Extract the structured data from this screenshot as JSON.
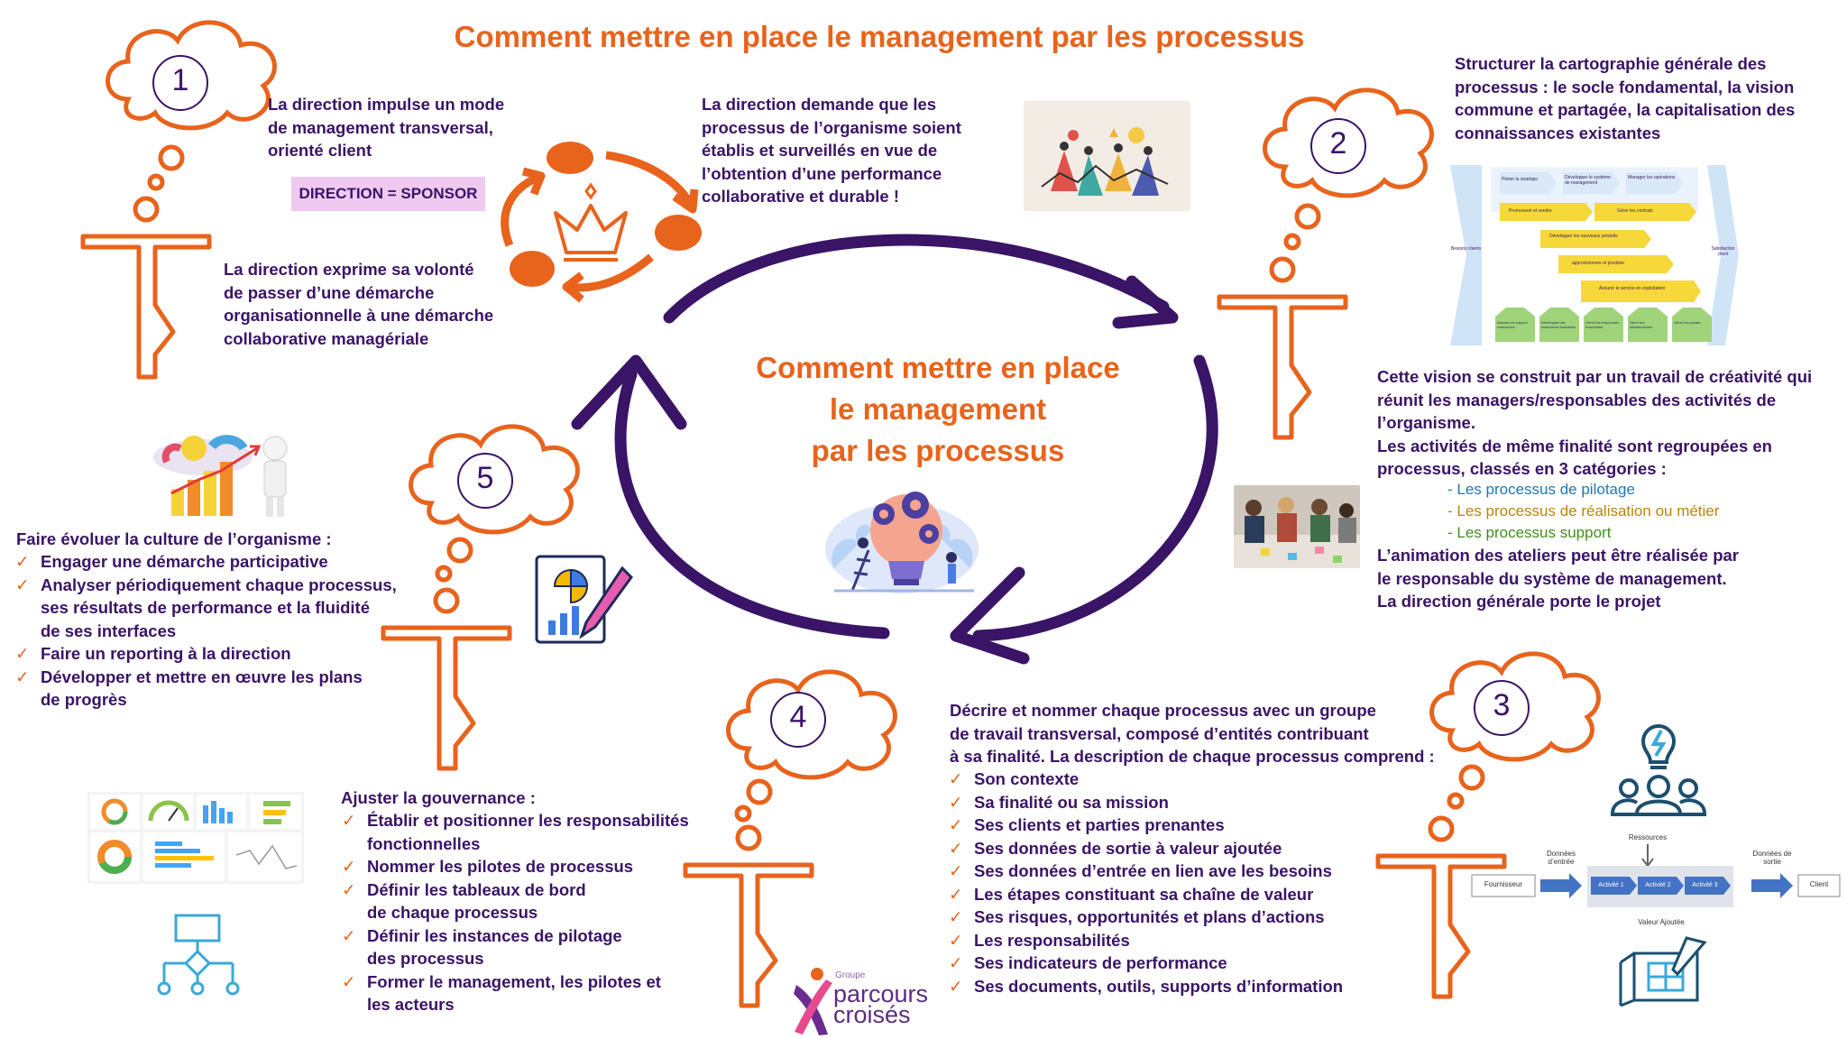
{
  "title": "Comment mettre en place le management par les processus",
  "center_title": [
    "Comment mettre en place",
    "le management",
    "par les processus"
  ],
  "steps": [
    {
      "number": "1"
    },
    {
      "number": "2"
    },
    {
      "number": "3"
    },
    {
      "number": "4"
    },
    {
      "number": "5"
    }
  ],
  "step1": {
    "text_a": [
      "La direction impulse un mode",
      "de management transversal,",
      "orienté client"
    ],
    "sponsor": "DIRECTION = SPONSOR",
    "text_b": [
      "La direction exprime sa volonté",
      "de passer d’une démarche",
      "organisationnelle à une démarche",
      "collaborative managériale"
    ],
    "text_c": [
      "La direction demande que les",
      "processus de l’organisme soient",
      "établis et surveillés en vue de",
      "l’obtention d’une performance",
      "collaborative et durable !"
    ]
  },
  "step2": {
    "text_a": [
      "Structurer la cartographie générale des",
      "processus : le socle fondamental, la vision",
      "commune et partagée, la capitalisation des",
      "connaissances existantes"
    ],
    "text_b": [
      "Cette vision se construit par un travail de créativité qui",
      "réunit les managers/responsables des activités de",
      "l’organisme.",
      "Les activités de même finalité sont regroupées en",
      "processus, classés en 3 catégories :"
    ],
    "categories": [
      "- Les processus de pilotage",
      "- Les processus de réalisation ou métier",
      "- Les processus support"
    ],
    "text_c": [
      "L’animation des ateliers peut être réalisée par",
      "le responsable du système de management.",
      "La direction générale porte le projet"
    ]
  },
  "step3": {
    "intro": [
      "Décrire et nommer chaque processus avec un groupe",
      "de travail transversal, composé d’entités contribuant",
      "à sa finalité. La description de chaque processus comprend :"
    ],
    "items": [
      "Son contexte",
      "Sa finalité ou sa mission",
      "Ses clients et parties prenantes",
      "Ses données de sortie à valeur ajoutée",
      "Ses données d’entrée en lien ave les besoins",
      "Les étapes constituant sa chaîne de valeur",
      "Ses risques, opportunités et plans d’actions",
      "Les responsabilités",
      "Ses indicateurs de performance",
      "Ses documents, outils, supports d’information"
    ],
    "flow": {
      "supplier": "Fournisseur",
      "input": "Données d’entrée",
      "resources": "Ressources",
      "activities": [
        "Activité 1",
        "Activité 2",
        "Activité 3"
      ],
      "output": "Données de sortie",
      "client": "Client",
      "value": "Valeur Ajoutée"
    }
  },
  "step4": {
    "intro": "Ajuster la gouvernance :",
    "items": [
      [
        "Établir et positionner les responsabilités",
        "fonctionnelles"
      ],
      [
        "Nommer les pilotes de processus"
      ],
      [
        "Définir les tableaux de bord",
        "de chaque processus"
      ],
      [
        "Définir les instances de pilotage",
        "des processus"
      ],
      [
        "Former le management, les pilotes et",
        "les acteurs"
      ]
    ]
  },
  "step5": {
    "intro": "Faire évoluer la culture de l’organisme :",
    "items": [
      [
        "Engager une démarche participative"
      ],
      [
        "Analyser périodiquement chaque processus,",
        "ses résultats de performance et la fluidité",
        "de ses interfaces"
      ],
      [
        "Faire un reporting à la direction"
      ],
      [
        "Développer et mettre en œuvre les plans",
        "de progrès"
      ]
    ]
  },
  "cartography": {
    "left": "Besoins clients",
    "right": "Satisfaction client",
    "top": [
      "Piloter la stratégie",
      "Développer le système de management",
      "Manager les opérations"
    ],
    "middle": [
      "Promouvoir et vendre",
      "Gérer les contrats",
      "Développer les nouveaux produits",
      "approvisionner et produire",
      "Assurer le service en exploitation"
    ],
    "bottom": [
      "Assurer un support ressources",
      "Développer les ressources humaines",
      "Gérer les ressources financières",
      "Gérer les infrastructures",
      "Gérer les achats"
    ]
  },
  "logo": {
    "small": "Groupe",
    "big_1": "parcours",
    "big_2": "croisés"
  },
  "colors": {
    "orange": "#e8631c",
    "purple": "#3a1466",
    "sponsor_bg": "#efc9ef"
  }
}
